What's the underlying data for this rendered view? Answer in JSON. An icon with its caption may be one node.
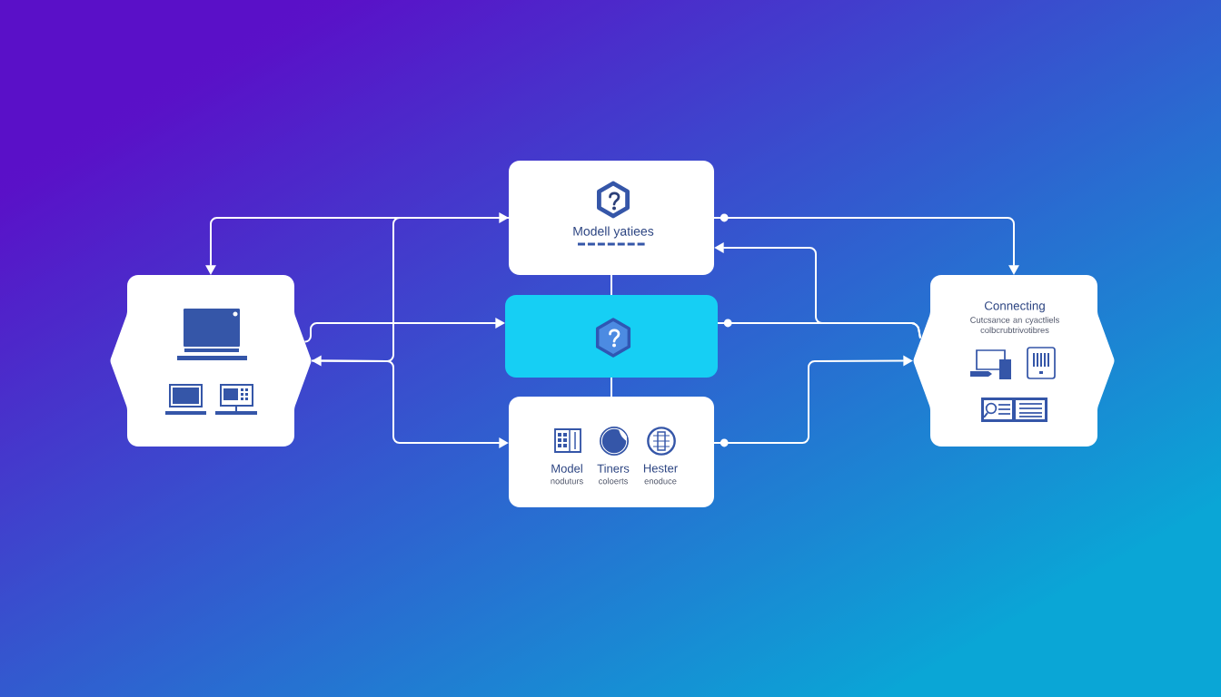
{
  "diagram": {
    "nodes": [
      {
        "text": [],
        "shape": "hexagon"
      },
      {
        "text": [
          "Modell yatiees"
        ]
      },
      {
        "text": [],
        "shape": "box"
      },
      {
        "text": [
          "Model",
          "noduturs",
          "Tiners",
          "coloerts",
          "Hester",
          "enoduce"
        ]
      },
      {
        "text": [
          "Connecting",
          "Cutcsance an cyactliels colbcrubtrivotibres"
        ]
      }
    ],
    "edges": [
      {
        "from": 0,
        "to": 1,
        "arrow": "both"
      },
      {
        "from": 1,
        "to": 0,
        "arrow": "to"
      },
      {
        "from": 0,
        "to": 3,
        "arrow": "to"
      },
      {
        "from": 0,
        "to": 2,
        "arrow": "to"
      },
      {
        "from": 1,
        "to": 4,
        "arrow": "to"
      },
      {
        "from": 4,
        "to": 1,
        "arrow": "to"
      },
      {
        "from": 2,
        "to": 4,
        "arrow": "other"
      },
      {
        "from": 3,
        "to": 4,
        "arrow": "to"
      },
      {
        "from": 1,
        "to": 2,
        "arrow": "none"
      },
      {
        "from": 2,
        "to": 3,
        "arrow": "none"
      }
    ]
  }
}
